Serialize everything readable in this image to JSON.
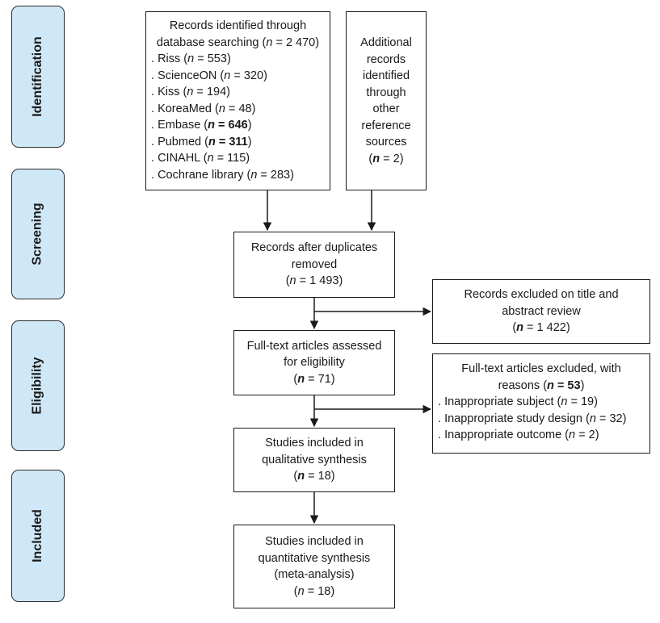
{
  "stages": [
    "Identification",
    "Screening",
    "Eligibility",
    "Included"
  ],
  "identification": {
    "header": [
      "Records identified through",
      "database searching"
    ],
    "total": "2 470",
    "databases": [
      {
        "name": "Riss",
        "n": "553",
        "bold_n": false
      },
      {
        "name": "ScienceON",
        "n": "320",
        "bold_n": false
      },
      {
        "name": "Kiss",
        "n": "194",
        "bold_n": false
      },
      {
        "name": "KoreaMed",
        "n": "48",
        "bold_n": false
      },
      {
        "name": "Embase",
        "n": "646",
        "bold_n": true
      },
      {
        "name": "Pubmed",
        "n": "311",
        "bold_n": true
      },
      {
        "name": "CINAHL",
        "n": "115",
        "bold_n": false
      },
      {
        "name": "Cochrane library",
        "n": "283",
        "bold_n": false
      }
    ]
  },
  "additional": {
    "lines": [
      "Additional",
      "records",
      "identified",
      "through",
      "other",
      "reference",
      "sources"
    ],
    "n": "2"
  },
  "duplicates": {
    "lines": [
      "Records after duplicates",
      "removed"
    ],
    "n": "1 493"
  },
  "excluded_title": {
    "lines": [
      "Records excluded on title and",
      "abstract review"
    ],
    "n": "1 422"
  },
  "fulltext": {
    "lines": [
      "Full-text articles assessed",
      "for eligibility"
    ],
    "n": "71"
  },
  "fulltext_excluded": {
    "lines": [
      "Full-text articles excluded, with",
      "reasons"
    ],
    "n": "53",
    "reasons": [
      {
        "label": "Inappropriate subject",
        "n": "19"
      },
      {
        "label": "Inappropriate study design",
        "n": "32"
      },
      {
        "label": "Inappropriate outcome",
        "n": "2"
      }
    ]
  },
  "qualitative": {
    "lines": [
      "Studies included in",
      "qualitative synthesis"
    ],
    "n": "18"
  },
  "quantitative": {
    "lines": [
      "Studies included in",
      "quantitative synthesis",
      "(meta-analysis)"
    ],
    "n": "18"
  },
  "colors": {
    "stage_fill": "#cfe8f7",
    "border": "#1a1a1a",
    "arrow": "#1a1a1a"
  }
}
